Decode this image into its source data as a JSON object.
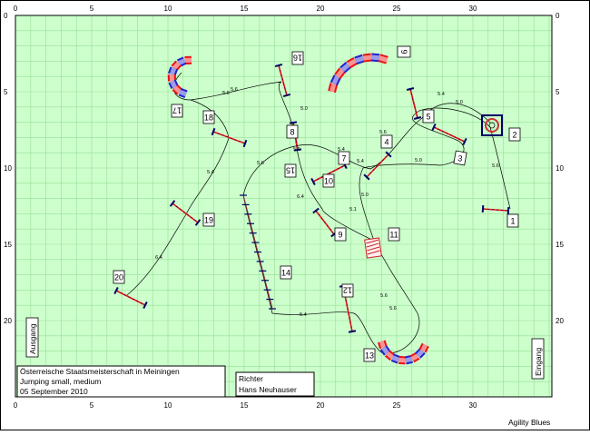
{
  "title_box": {
    "line1": "Österreische Staatsmeisterschaft in Meiningen",
    "line2": "Jumping small, medium",
    "line3": "05 September 2010"
  },
  "judge_box": {
    "label": "Richter",
    "name": "Hans Neuhauser"
  },
  "side_labels": {
    "left": "Ausgang",
    "right": "Eingang"
  },
  "credit": "Agility Blues",
  "axis": {
    "x_ticks": [
      "0",
      "5",
      "10",
      "15",
      "20",
      "25",
      "30"
    ],
    "y_ticks": [
      "0",
      "5",
      "10",
      "15",
      "20"
    ]
  },
  "obstacles": [
    "1",
    "2",
    "3",
    "4",
    "5",
    "6",
    "7",
    "8",
    "9",
    "10",
    "11",
    "12",
    "13",
    "14",
    "15",
    "16",
    "17",
    "18",
    "19",
    "20"
  ],
  "distances": [
    "5.6",
    "5.0",
    "5.4",
    "5.6",
    "5.0",
    "5.0",
    "5.4",
    "5.6",
    "5.1",
    "6.4",
    "5.6",
    "5.4",
    "5.6",
    "5.6",
    "5.4",
    "6.4",
    "5.0",
    "5.6",
    "5.6",
    "5.4"
  ],
  "colors": {
    "field": "#ccffcc",
    "grid": "#99dd99",
    "tunnel_red": "#ee1111",
    "tunnel_blue": "#2222cc",
    "pole": "#000066",
    "path": "#000000"
  }
}
